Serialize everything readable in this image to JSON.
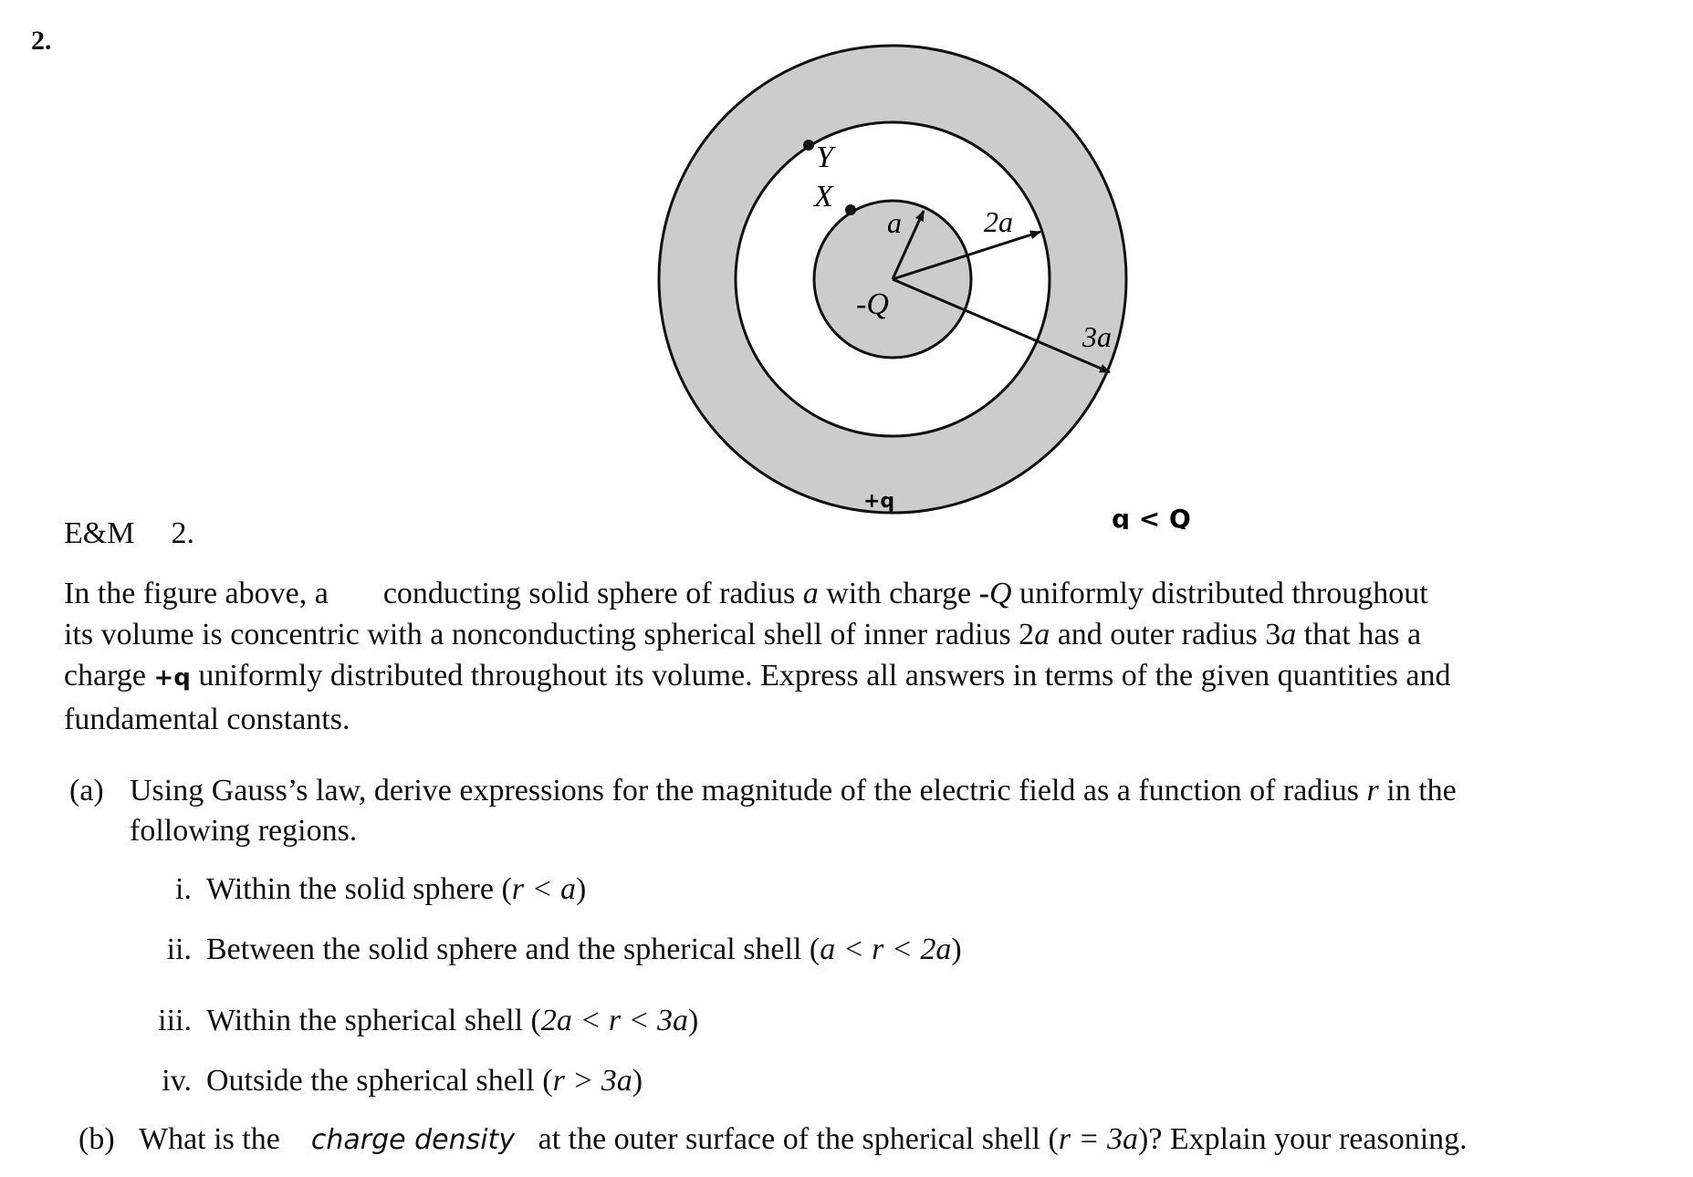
{
  "question_number": "2.",
  "figure": {
    "label_Y": "Y",
    "label_X": "X",
    "label_a": "a",
    "label_2a": "2a",
    "label_3a": "3a",
    "label_center_charge": "-Q",
    "annot_shell_charge": "+q",
    "annot_inequality": "q < Q"
  },
  "heading": {
    "section": "E&M",
    "number": "2."
  },
  "intro": {
    "line1_a": "In the figure above, a",
    "line1_b": "conducting solid sphere of radius",
    "line1_var": "a",
    "line1_c": "with charge",
    "line1_charge_sign": "-",
    "line1_charge": "Q",
    "line1_d": "uniformly distributed throughout",
    "line2_a": "its volume is concentric with a nonconducting spherical shell of inner radius 2",
    "line2_var1": "a",
    "line2_b": "and outer radius 3",
    "line2_var2": "a",
    "line2_c": "that has a",
    "line3_a": "charge",
    "line3_hw": "+q",
    "line3_b": "uniformly distributed throughout its volume. Express all answers in terms of the given quantities and",
    "line4": "fundamental constants."
  },
  "part_a": {
    "label": "(a)",
    "line1_a": "Using Gauss’s law, derive expressions for the magnitude of the electric field as a function of radius",
    "line1_var": "r",
    "line1_b": "in the",
    "line2": "following regions.",
    "items": [
      {
        "num": "i.",
        "text": "Within the solid sphere (",
        "cond": "r < a",
        "close": ")"
      },
      {
        "num": "ii.",
        "text": "Between the solid sphere and the spherical shell (",
        "cond": "a < r < 2a",
        "close": ")"
      },
      {
        "num": "iii.",
        "text": "Within the spherical shell (",
        "cond": "2a < r < 3a",
        "close": ")"
      },
      {
        "num": "iv.",
        "text": "Outside the spherical shell (",
        "cond": "r > 3a",
        "close": ")"
      }
    ]
  },
  "part_b": {
    "label": "(b)",
    "text_a": "What is the",
    "handwritten": "charge density",
    "text_b": "at the outer surface of the spherical shell (",
    "cond": "r = 3a",
    "text_c": ")? Explain your reasoning."
  }
}
